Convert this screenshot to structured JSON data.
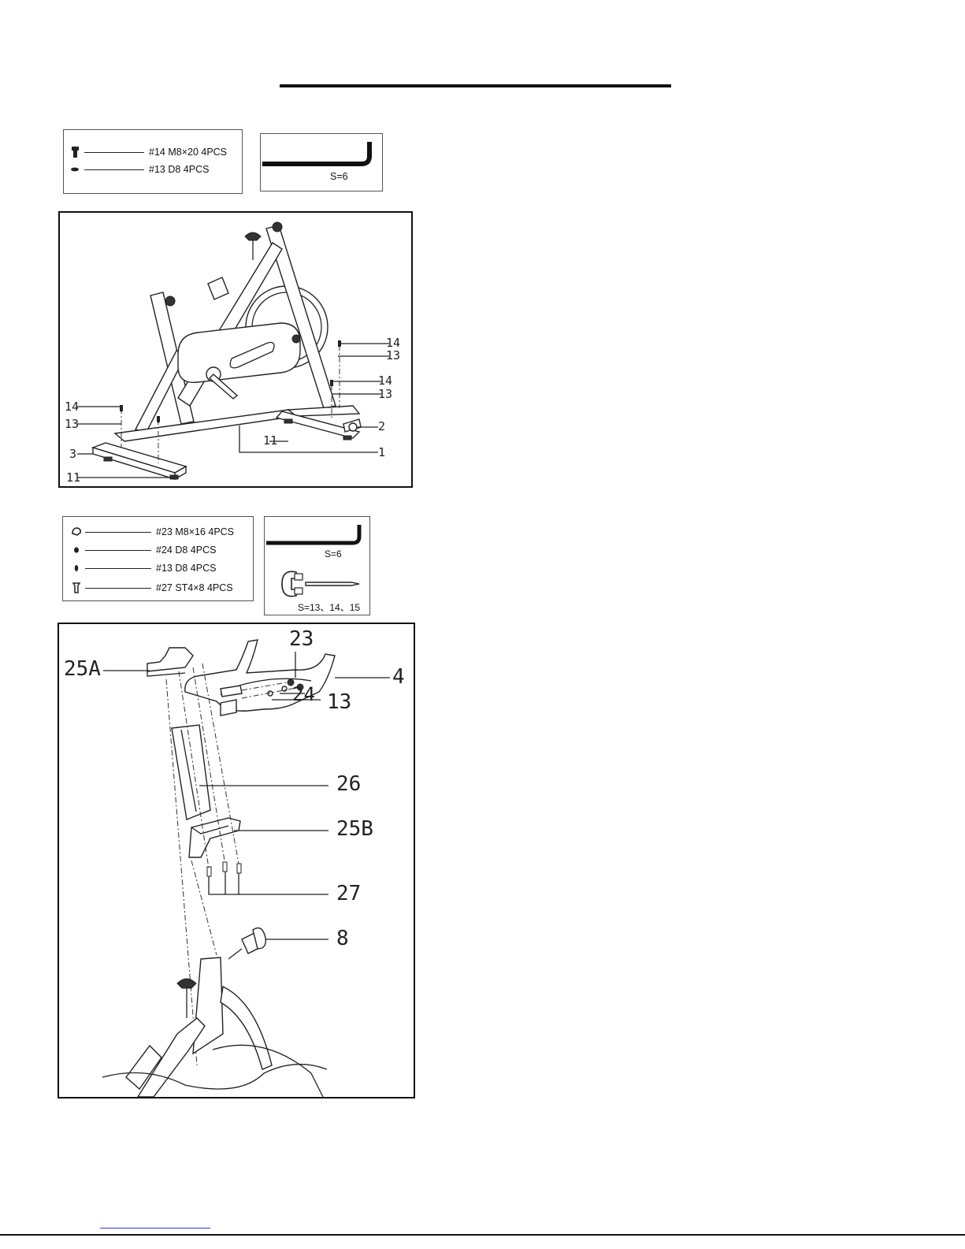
{
  "hardware1": {
    "items": [
      {
        "icon": "bolt-icon",
        "text": "#14  M8×20  4PCS"
      },
      {
        "icon": "washer-icon",
        "text": "#13  D8  4PCS"
      }
    ]
  },
  "tool1": {
    "label": "S=6"
  },
  "diagram1": {
    "callouts": {
      "c14a": "14",
      "c13a": "13",
      "c14b": "14",
      "c13b": "13",
      "c2": "2",
      "c11a": "11",
      "c1": "1",
      "c14c": "14",
      "c13c": "13",
      "c3": "3",
      "c11b": "11"
    }
  },
  "hardware2": {
    "items": [
      {
        "icon": "nut-icon",
        "text": "#23  M8×16  4PCS"
      },
      {
        "icon": "washer-icon",
        "text": "#24  D8  4PCS"
      },
      {
        "icon": "washer-icon",
        "text": "#13  D8  4PCS"
      },
      {
        "icon": "screw-icon",
        "text": "#27  ST4×8  4PCS"
      }
    ]
  },
  "tool2": {
    "allen_label": "S=6",
    "wrench_label": "S=13、14、15"
  },
  "diagram2": {
    "callouts": {
      "c25a": "25A",
      "c23": "23",
      "c4": "4",
      "c24": "24",
      "c13": "13",
      "c26": "26",
      "c25b": "25B",
      "c27": "27",
      "c8": "8"
    }
  }
}
